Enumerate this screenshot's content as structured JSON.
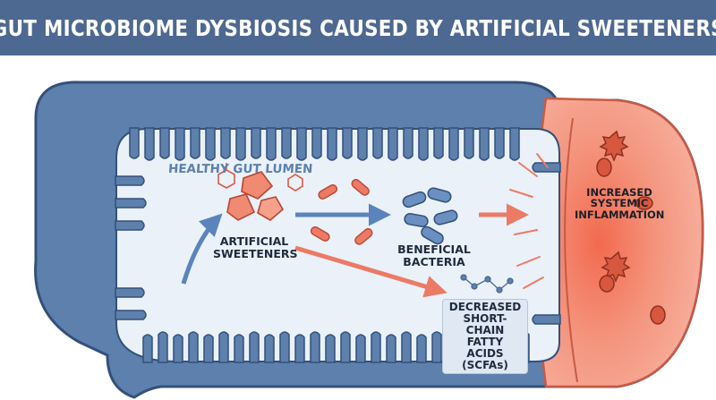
{
  "header": {
    "title": "GUT MICROBIOME DYSBIOSIS CAUSED BY ARTIFICIAL SWEETENERS"
  },
  "diagram": {
    "lumen_label": "HEALTHY GUT LUMEN",
    "sweeteners_label": "ARTIFICIAL\nSWEETENERS",
    "bacteria_label": "BENEFICIAL\nBACTERIA",
    "scfa_label": "DECREASED\nSHORT-CHAIN\nFATTY ACIDS\n(SCFAs)",
    "inflammation_label": "INCREASED\nSYSTEMIC\nINFLAMMATION"
  },
  "colors": {
    "header": "#4d6891",
    "gut_wall": "#5d80ad",
    "gut_outline": "#33507a",
    "lumen": "#eaf1f9",
    "sweetener_accent": "#e2735f",
    "bacteria_blue": "#6a8fc0",
    "inflammation": "#f08a73"
  },
  "icons": [
    "molecule-icon",
    "cube-icon",
    "bacteria-icon",
    "scfa-molecule-icon",
    "immune-cell-icon"
  ]
}
